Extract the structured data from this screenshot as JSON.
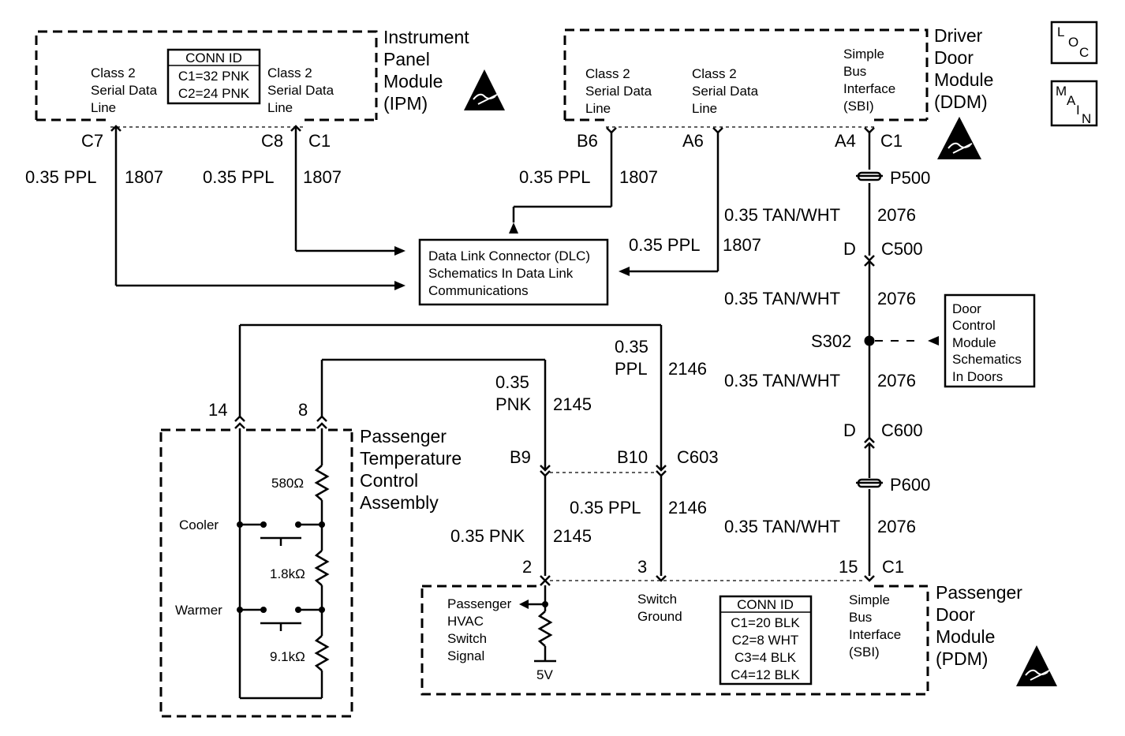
{
  "ipm": {
    "name": [
      "Instrument",
      "Panel",
      "Module",
      "(IPM)"
    ],
    "left_label": [
      "Class 2",
      "Serial Data",
      "Line"
    ],
    "right_label": [
      "Class 2",
      "Serial Data",
      "Line"
    ],
    "conn_id": {
      "title": "CONN ID",
      "rows": [
        "C1=32 PNK",
        "C2=24 PNK"
      ]
    },
    "pins": {
      "c7": "C7",
      "c8": "C8",
      "c1": "C1"
    },
    "wire1": {
      "gauge": "0.35 PPL",
      "circuit": "1807"
    },
    "wire2": {
      "gauge": "0.35 PPL",
      "circuit": "1807"
    }
  },
  "ddm": {
    "name": [
      "Driver",
      "Door",
      "Module",
      "(DDM)"
    ],
    "label_a": [
      "Class 2",
      "Serial Data",
      "Line"
    ],
    "label_b": [
      "Class 2",
      "Serial Data",
      "Line"
    ],
    "label_c": [
      "Simple",
      "Bus",
      "Interface",
      "(SBI)"
    ],
    "pins": {
      "b6": "B6",
      "a6": "A6",
      "a4": "A4",
      "c1": "C1"
    },
    "wire_b6": {
      "gauge": "0.35 PPL",
      "circuit": "1807"
    },
    "wire_a6": {
      "gauge": "0.35 PPL",
      "circuit": "1807"
    }
  },
  "loc_main": {
    "loc": [
      "L",
      "O",
      "C"
    ],
    "main": [
      "M",
      "A",
      "I",
      "N"
    ]
  },
  "dlc": {
    "lines": [
      "Data Link Connector (DLC)",
      "Schematics In Data Link",
      "Communications"
    ]
  },
  "sbi_wire": {
    "p500": "P500",
    "c500": {
      "pin": "D",
      "name": "C500"
    },
    "s302": "S302",
    "c600": {
      "pin": "D",
      "name": "C600"
    },
    "p600": "P600",
    "seg1": {
      "gauge": "0.35 TAN/WHT",
      "circuit": "2076"
    },
    "seg2": {
      "gauge": "0.35 TAN/WHT",
      "circuit": "2076"
    },
    "seg3": {
      "gauge": "0.35 TAN/WHT",
      "circuit": "2076"
    },
    "seg4": {
      "gauge": "0.35 TAN/WHT",
      "circuit": "2076"
    }
  },
  "dcm_ref": {
    "lines": [
      "Door",
      "Control",
      "Module",
      "Schematics",
      "In Doors"
    ]
  },
  "ptca": {
    "name": [
      "Passenger",
      "Temperature",
      "Control",
      "Assembly"
    ],
    "pins": {
      "p14": "14",
      "p8": "8"
    },
    "r1": "580Ω",
    "r2": "1.8kΩ",
    "r3": "9.1kΩ",
    "cooler": "Cooler",
    "warmer": "Warmer"
  },
  "wire_pnk": {
    "gauge_top": [
      "0.35",
      "PNK"
    ],
    "circuit_top": "2145",
    "gauge_bottom": "0.35 PNK",
    "circuit_bottom": "2145"
  },
  "wire_ppl": {
    "gauge_top": [
      "0.35",
      "PPL"
    ],
    "circuit_top": "2146",
    "gauge_bottom": "0.35 PPL",
    "circuit_bottom": "2146"
  },
  "c603": {
    "name": "C603",
    "b9": "B9",
    "b10": "B10"
  },
  "pdm": {
    "name": [
      "Passenger",
      "Door",
      "Module",
      "(PDM)"
    ],
    "pins": {
      "p2": "2",
      "p3": "3",
      "p15": "15",
      "c1": "C1"
    },
    "hvac_signal": [
      "Passenger",
      "HVAC",
      "Switch",
      "Signal"
    ],
    "switch_ground": [
      "Switch",
      "Ground"
    ],
    "v5": "5V",
    "sbi_label": [
      "Simple",
      "Bus",
      "Interface",
      "(SBI)"
    ],
    "conn_id": {
      "title": "CONN ID",
      "rows": [
        "C1=20 BLK",
        "C2=8 WHT",
        "C3=4 BLK",
        "C4=12 BLK"
      ]
    }
  }
}
